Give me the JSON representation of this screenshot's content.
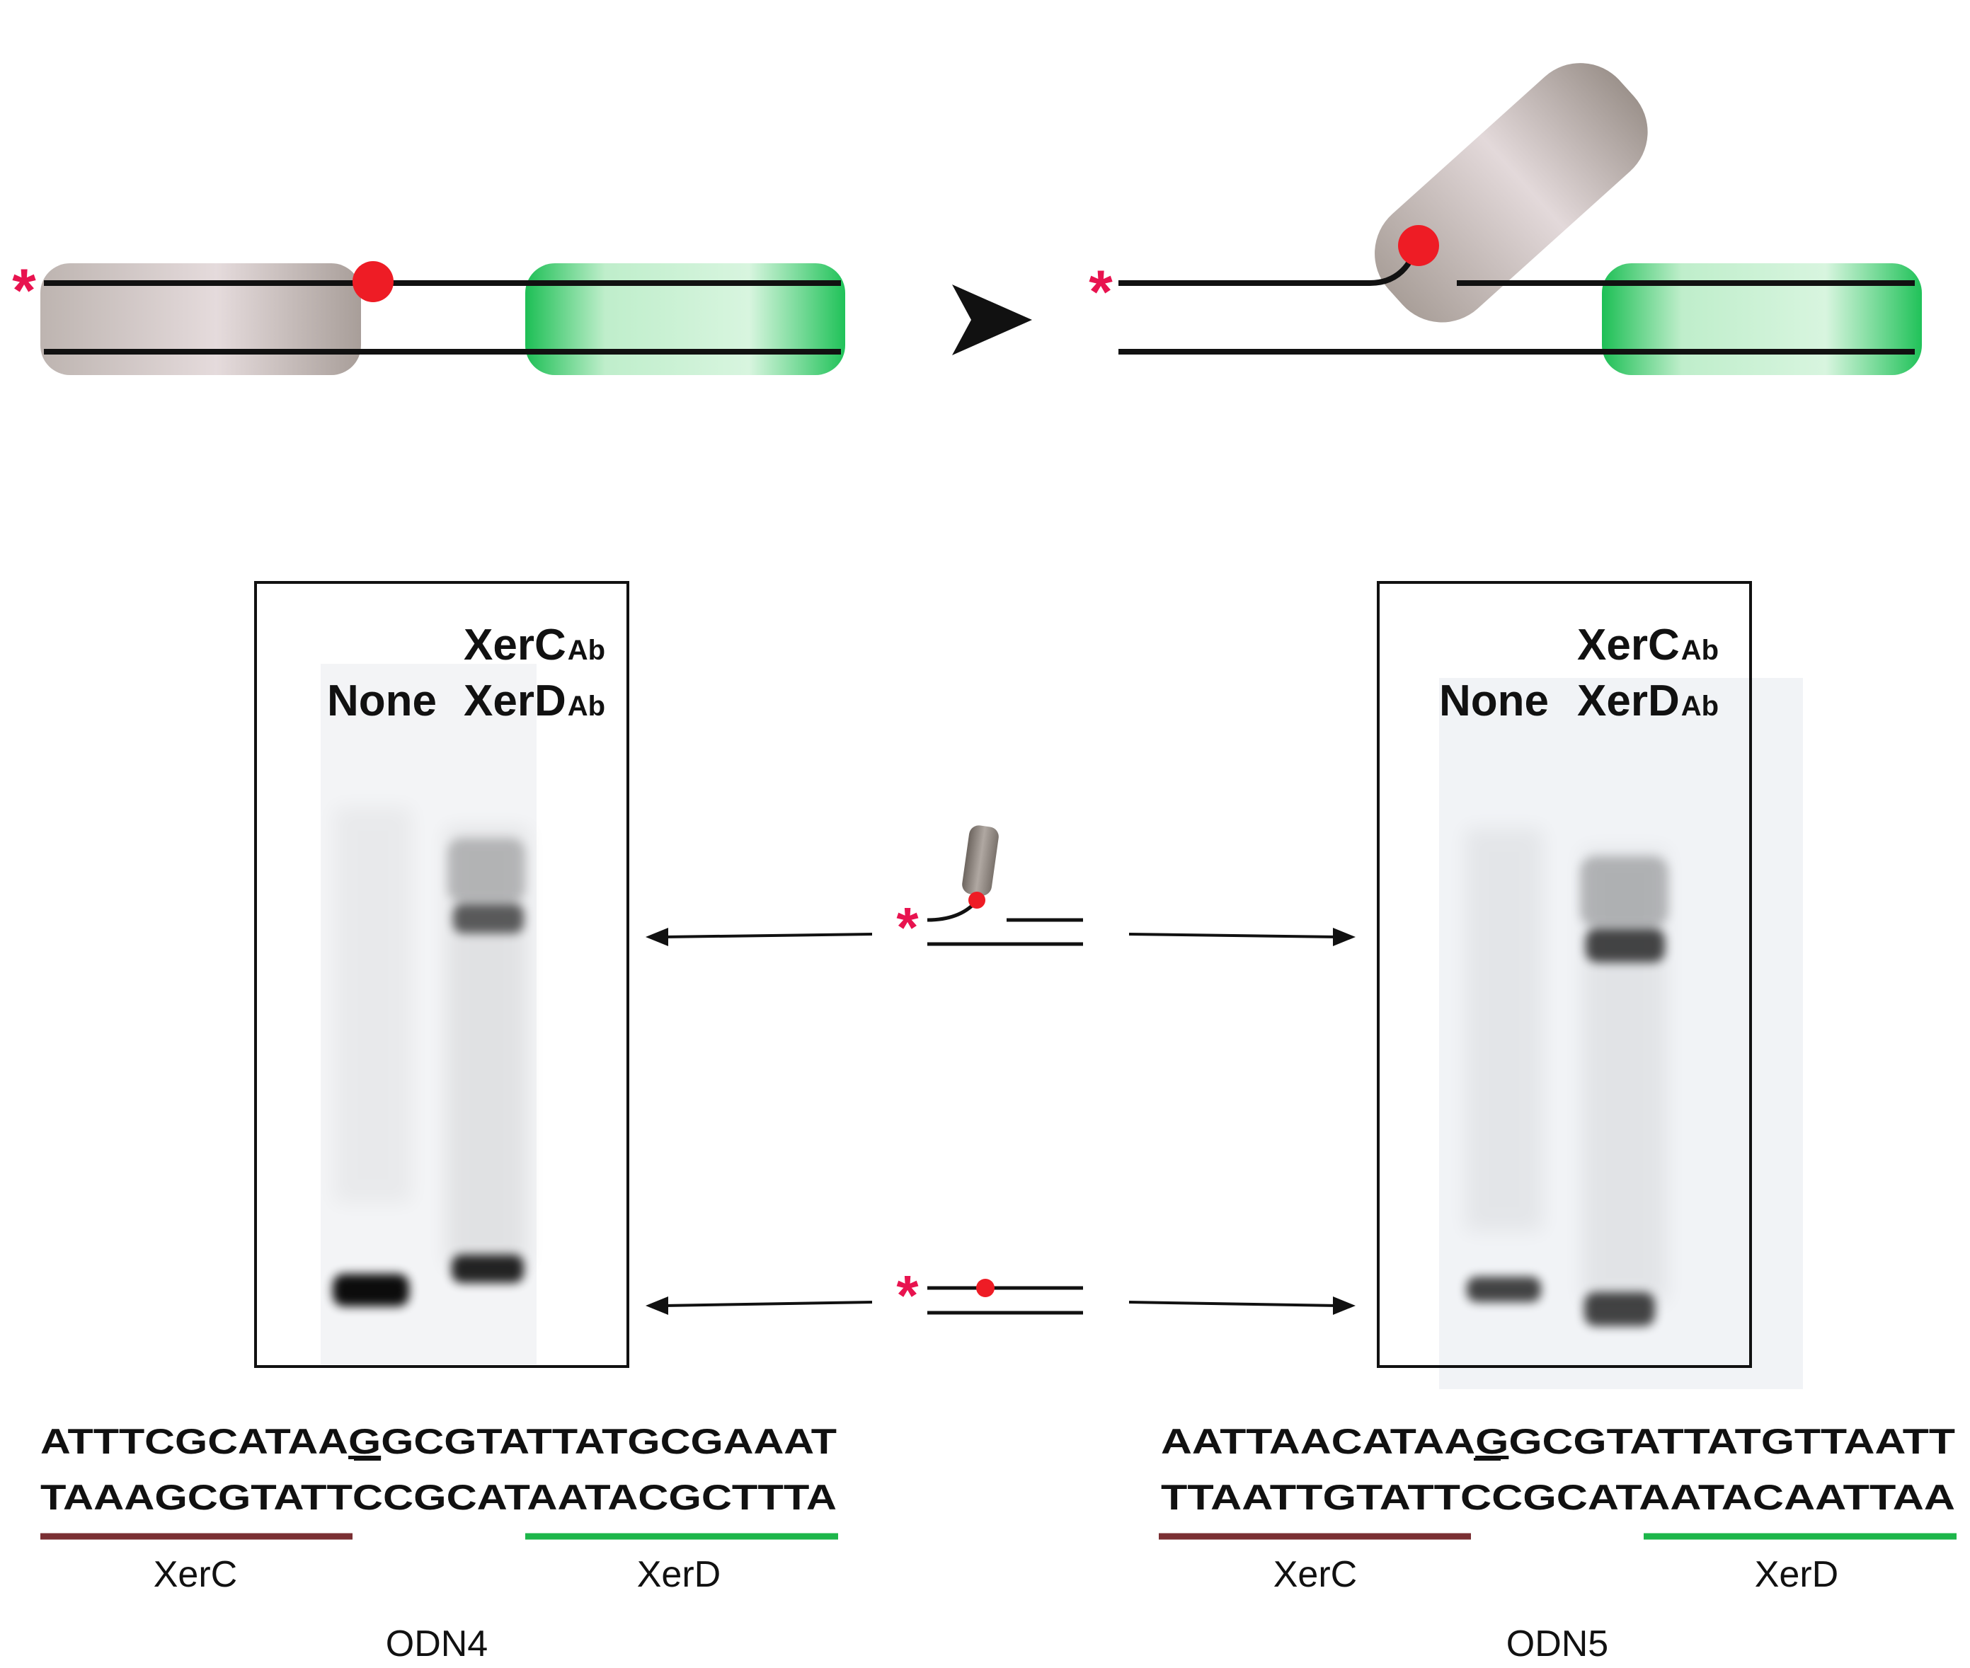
{
  "colors": {
    "strand": "#111111",
    "label_star": "#e8134f",
    "cleavage_dot": "#ee1c25",
    "xerc_protein": "#cbbfbc",
    "xerd_protein": "#22c15a",
    "xerc_site": "#7a2f33",
    "xerd_site": "#1db64a",
    "gel_background": "#f3f4f6",
    "gel_band": "#111111"
  },
  "icons": {
    "label_marker": "asterisk-icon",
    "cleavage_site": "red-dot-icon",
    "reaction_arrow": "arrowhead-icon"
  },
  "symbols": {
    "star": "*"
  },
  "gels": [
    {
      "lane1_label": "None",
      "lane2_label_line1": "XerC",
      "lane2_sub_line1": "Ab",
      "lane2_label_line2": "XerD",
      "lane2_sub_line2": "Ab"
    },
    {
      "lane1_label": "None",
      "lane2_label_line1": "XerC",
      "lane2_sub_line1": "Ab",
      "lane2_label_line2": "XerD",
      "lane2_sub_line2": "Ab"
    }
  ],
  "sequences": [
    {
      "top_before": "ATTTCGCATAA",
      "top_mark": "G",
      "top_after": "GCGTATTATGCGAAAT",
      "bottom": "TAAAGCGTATTCCGCATAATACGCTTTA",
      "xerc_label": "XerC",
      "xerd_label": "XerD",
      "name": "ODN4"
    },
    {
      "top_before": "AATTAACATAA",
      "top_mark": "G",
      "top_after": "GCGTATTATGTTAATT",
      "bottom": "TTAATTGTATTCCGCATAATACAATTAA",
      "xerc_label": "XerC",
      "xerd_label": "XerD",
      "name": "ODN5"
    }
  ]
}
